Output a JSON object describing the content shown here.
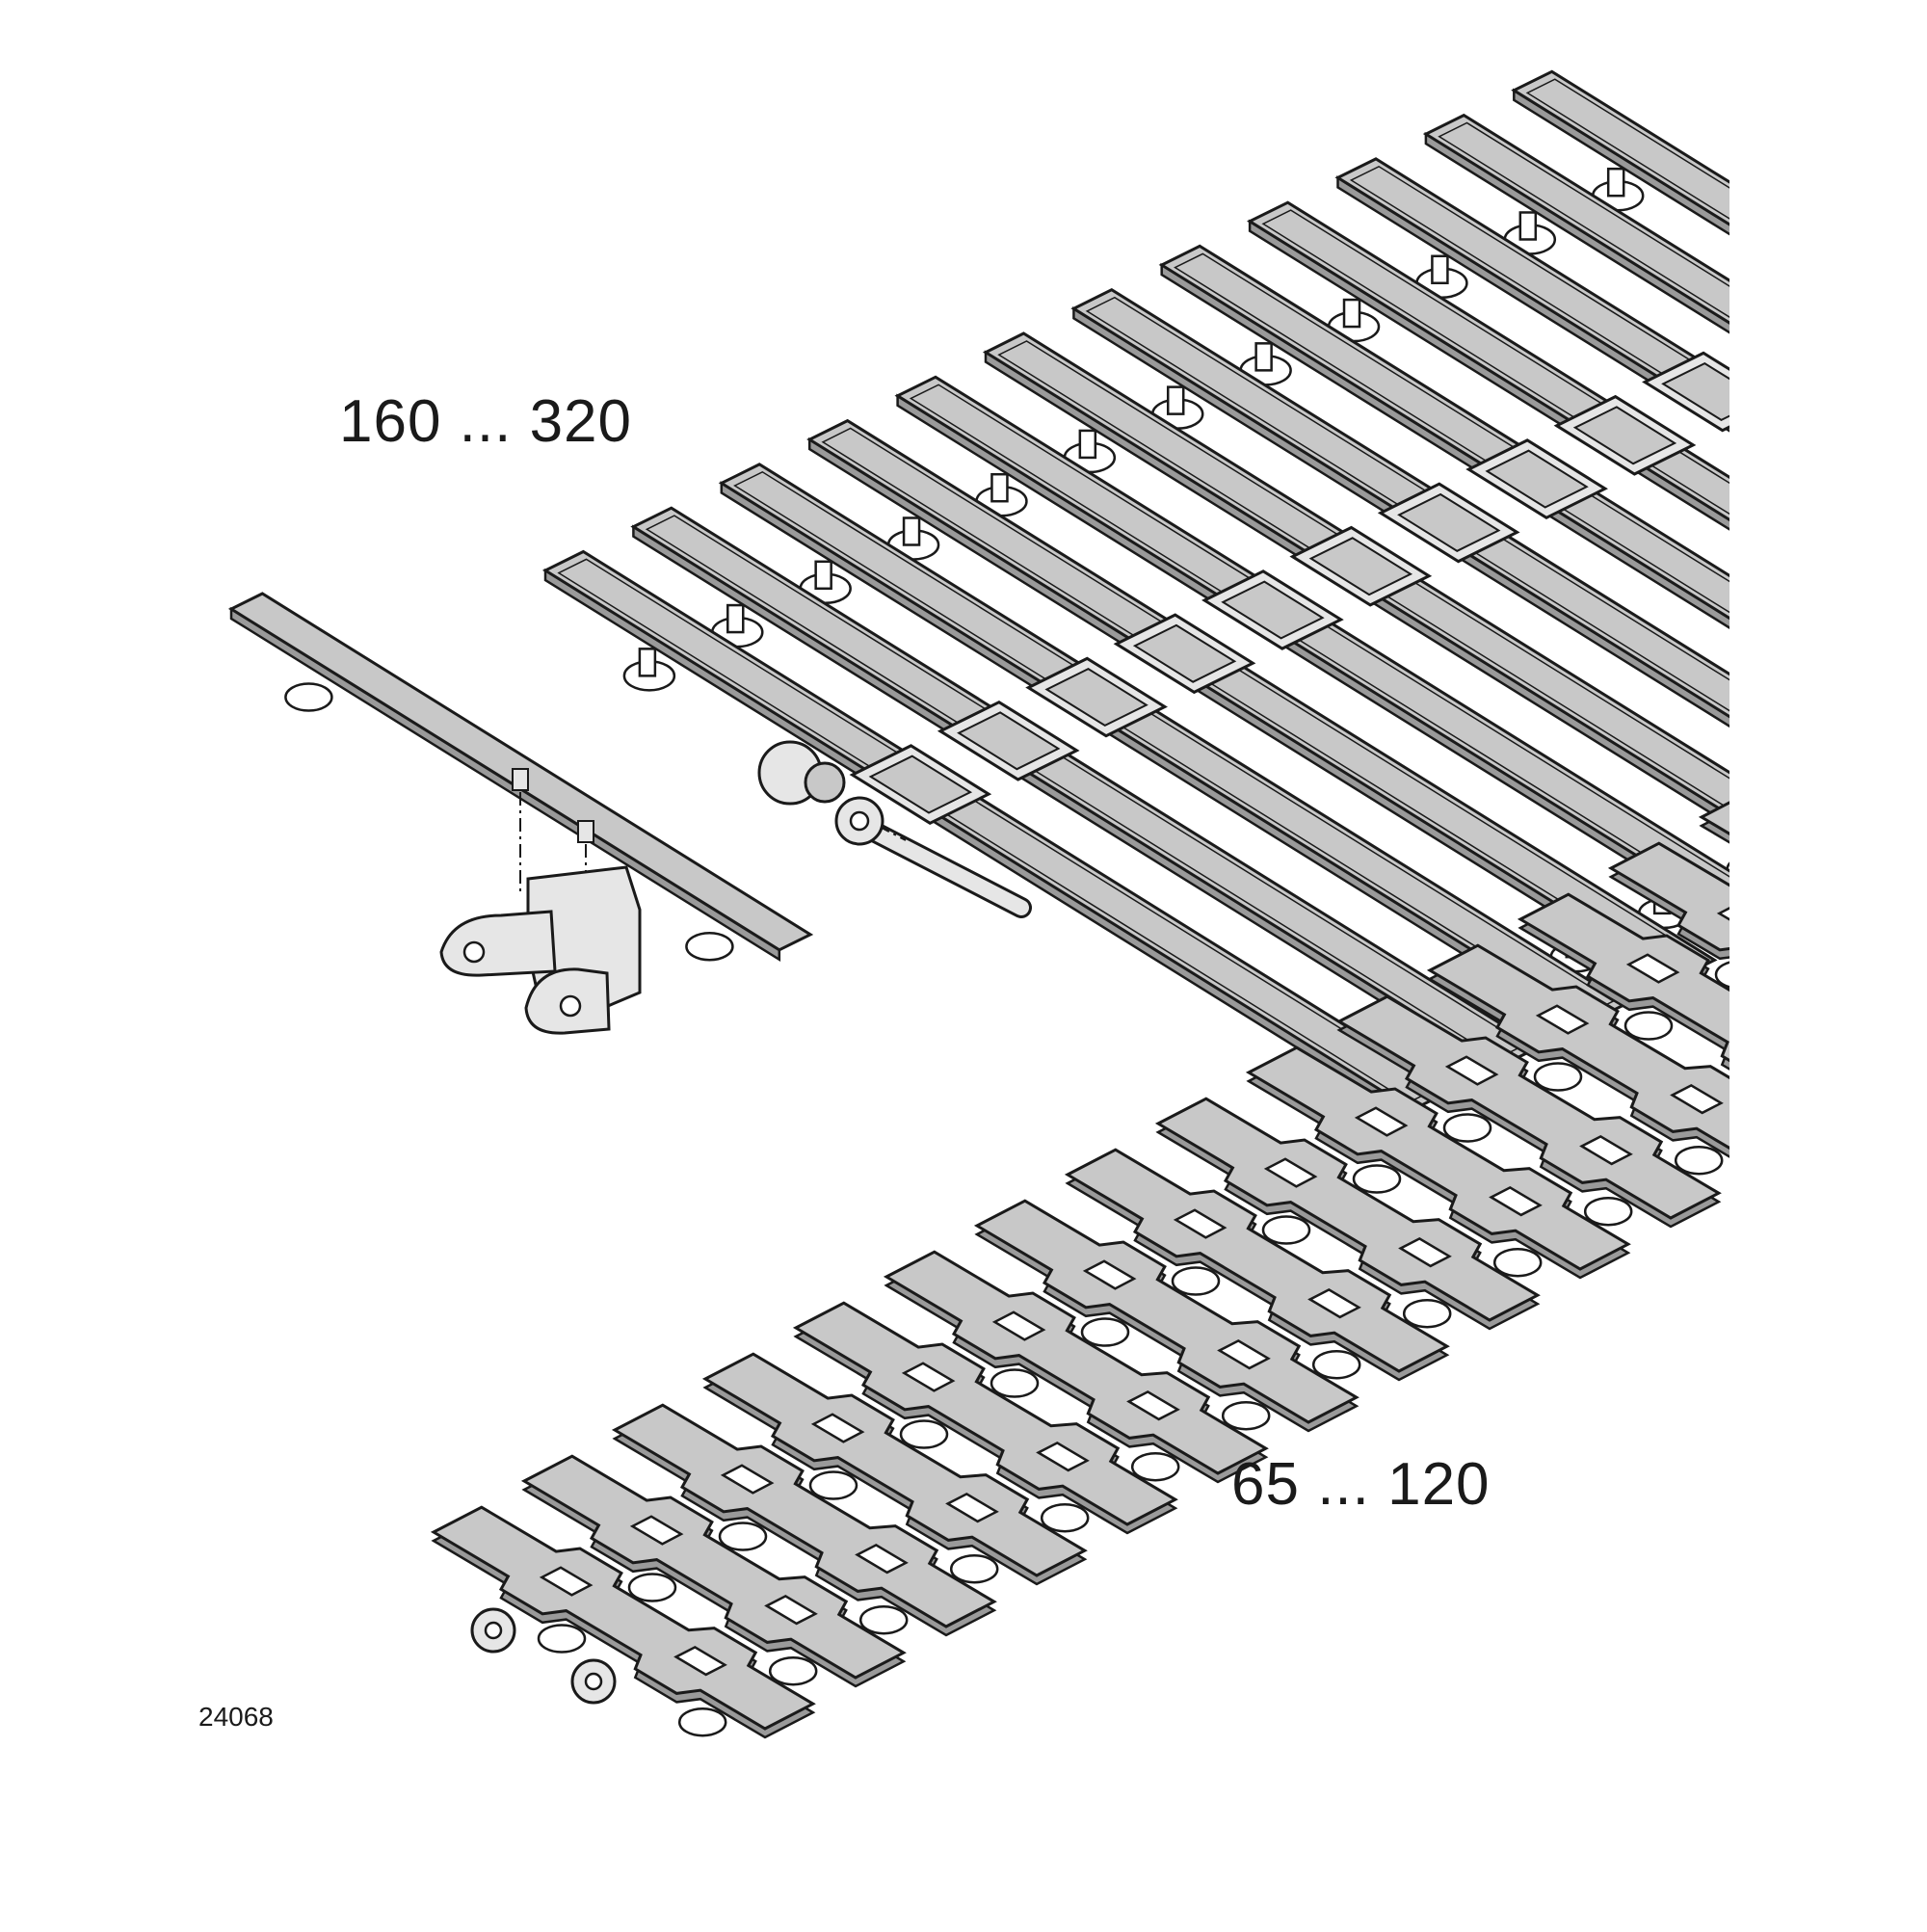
{
  "labels": {
    "wide_chain_range": "160 ... 320",
    "narrow_chain_range": "65 ... 120",
    "drawing_number": "24068"
  },
  "colors": {
    "slat_fill": "#c8c8c8",
    "outline": "#1a1a1a",
    "hardware_fill": "#e6e6e6",
    "background": "#ffffff"
  },
  "parts": {
    "wide_chain_slats": 12,
    "narrow_chain_links": 16
  }
}
